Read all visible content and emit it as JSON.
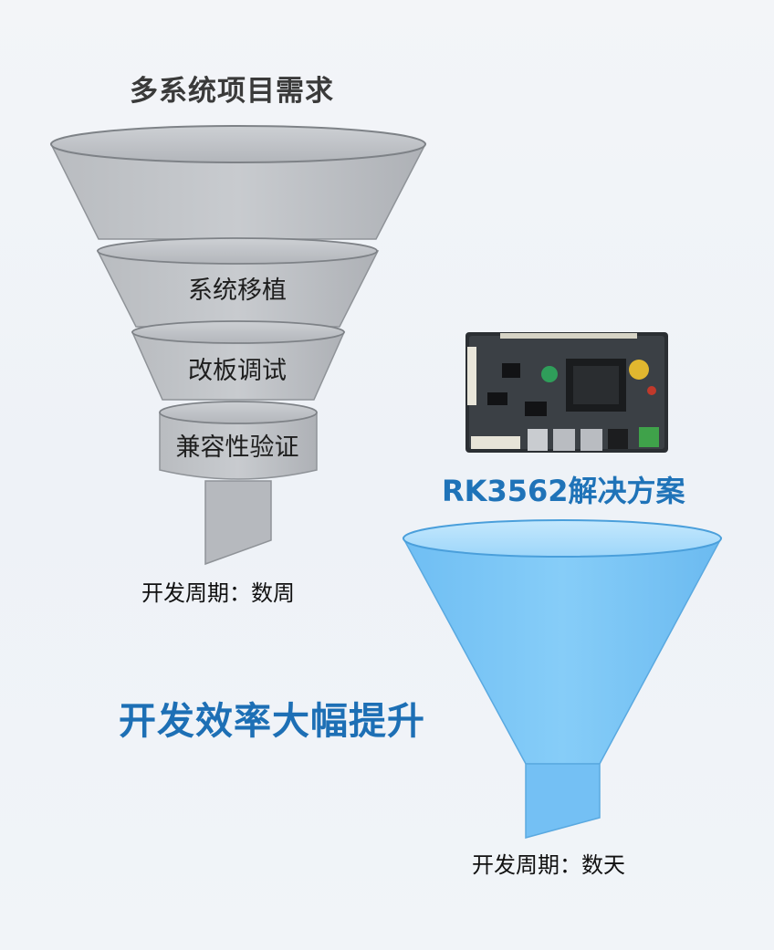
{
  "left_funnel": {
    "title": "多系统项目需求",
    "stages": [
      "系统移植",
      "改板调试",
      "兼容性验证"
    ],
    "cycle": "开发周期：数周"
  },
  "right_funnel": {
    "title": "RK3562解决方案",
    "cycle": "开发周期：数天"
  },
  "headline": "开发效率大幅提升",
  "colors": {
    "gray_funnel": "#a9adb2",
    "blue_funnel": "#76c3f6",
    "accent_blue": "#1f73b8"
  },
  "icons": {
    "board": "circuit-board-image"
  }
}
